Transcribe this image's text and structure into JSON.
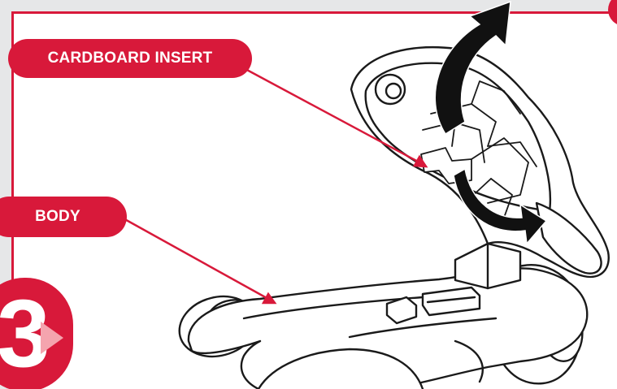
{
  "labels": {
    "cardboard_insert": "CARDBOARD INSERT",
    "body": "BODY"
  },
  "step": {
    "number": "3"
  },
  "colors": {
    "accent": "#d8193a",
    "background": "#e6e7e8",
    "line_art": "#1a1a1a",
    "arrow": "#111111"
  }
}
